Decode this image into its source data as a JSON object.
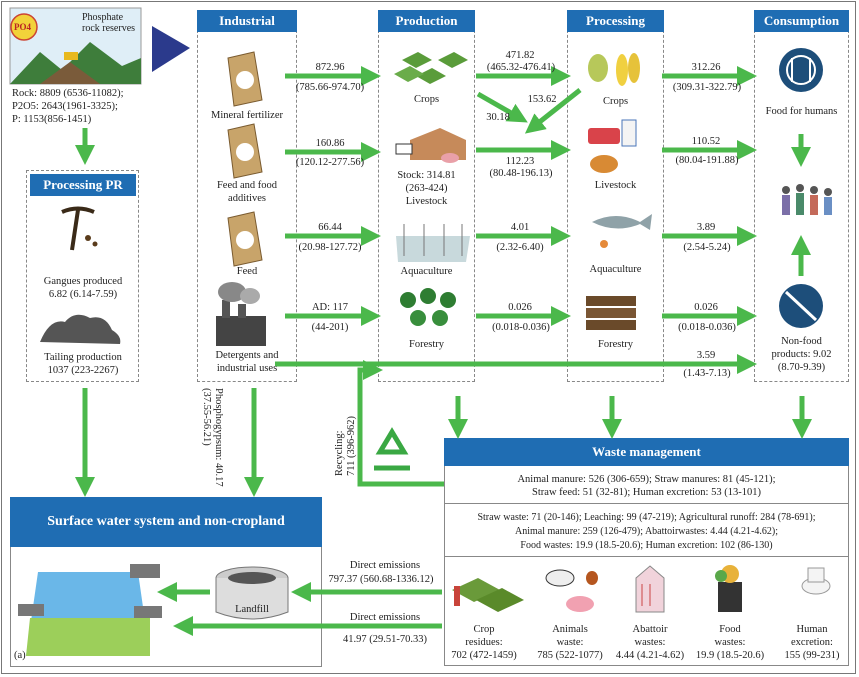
{
  "colors": {
    "header_blue": "#1f6db3",
    "arrow_green": "#4bb84b",
    "navy": "#2b3a8c"
  },
  "source": {
    "phosphate_label": "Phosphate rock reserves",
    "badge": "PO4",
    "rock": "Rock: 8809 (6536-11082);",
    "p2o5": "P2O5: 2643(1961-3325);",
    "p": "P: 1153(856-1451)"
  },
  "processing_pr": {
    "title": "Processing PR",
    "gangues_label": "Gangues produced",
    "gangues_value": "6.82 (6.14-7.59)",
    "tailing_label": "Tailing production",
    "tailing_value": "1037 (223-2267)"
  },
  "industrial": {
    "title": "Industrial",
    "mineral_fertilizer": "Mineral fertilizer",
    "feed_food_additives_1": "Feed and food",
    "feed_food_additives_2": "additives",
    "feed": "Feed",
    "detergents_1": "Detergents and",
    "detergents_2": "industrial uses"
  },
  "production": {
    "title": "Production",
    "crops": "Crops",
    "stock_1": "Stock: 314.81",
    "stock_2": "(263-424)",
    "livestock": "Livestock",
    "aquaculture": "Aquaculture",
    "forestry": "Forestry"
  },
  "processing": {
    "title": "Processing",
    "crops": "Crops",
    "livestock": "Livestock",
    "aquaculture": "Aquaculture",
    "forestry": "Forestry"
  },
  "consumption": {
    "title": "Consumption",
    "food_humans": "Food for humans",
    "nonfood_1": "Non-food",
    "nonfood_2": "products: 9.02",
    "nonfood_3": "(8.70-9.39)"
  },
  "flows": {
    "fert_v": "872.96",
    "fert_r": "(785.66-974.70)",
    "ffa_v": "160.86",
    "ffa_r": "(120.12-277.56)",
    "feed_v": "66.44",
    "feed_r": "(20.98-127.72)",
    "ad_v": "AD: 117",
    "ad_r": "(44-201)",
    "crops_proc_v": "471.82",
    "crops_proc_r": "(465.32-476.41)",
    "to_live_v": "153.62",
    "back_v": "30.18",
    "live_proc_v": "112.23",
    "live_proc_r": "(80.48-196.13)",
    "aqua_proc_v": "4.01",
    "aqua_proc_r": "(2.32-6.40)",
    "for_proc_v": "0.026",
    "for_proc_r": "(0.018-0.036)",
    "crops_cons_v": "312.26",
    "crops_cons_r": "(309.31-322.79)",
    "live_cons_v": "110.52",
    "live_cons_r": "(80.04-191.88)",
    "aqua_cons_v": "3.89",
    "aqua_cons_r": "(2.54-5.24)",
    "for_cons_v": "0.026",
    "for_cons_r": "(0.018-0.036)",
    "det_v": "3.59",
    "det_r": "(1.43-7.13)",
    "phosphogypsum": "Phosphogypsum: 40.17",
    "phosphogypsum_r": "(37.55-56.21)",
    "recycling": "Recycling:",
    "recycling_r": "711 (396-962)"
  },
  "waste": {
    "title": "Waste management",
    "line1": "Animal manure: 526 (306-659); Straw manures: 81 (45-121);",
    "line2": "Straw feed: 51 (32-81); Human excretion: 53 (13-101)",
    "line3": "Straw waste: 71 (20-146); Leaching: 99 (47-219); Agricultural runoff: 284 (78-691);",
    "line4": "Animal manure: 259 (126-479); Abattoirwastes: 4.44 (4.21-4.62);",
    "line5": "Food wastes: 19.9 (18.5-20.6); Human excretion: 102 (86-130)",
    "crop_res_1": "Crop",
    "crop_res_2": "residues:",
    "crop_res_3": "702 (472-1459)",
    "animals_1": "Animals",
    "animals_2": "waste:",
    "animals_3": "785 (522-1077)",
    "abattoir_1": "Abattoir",
    "abattoir_2": "wastes:",
    "abattoir_3": "4.44 (4.21-4.62)",
    "food_1": "Food",
    "food_2": "wastes:",
    "food_3": "19.9 (18.5-20.6)",
    "human_1": "Human",
    "human_2": "excretion:",
    "human_3": "155 (99-231)"
  },
  "surface": {
    "title": "Surface water system and non-cropland",
    "landfill": "Landfill",
    "direct1_label": "Direct emissions",
    "direct1_value": "797.37 (560.68-1336.12)",
    "direct2_label": "Direct emissions",
    "direct2_value": "41.97 (29.51-70.33)",
    "panel_label": "(a)"
  }
}
